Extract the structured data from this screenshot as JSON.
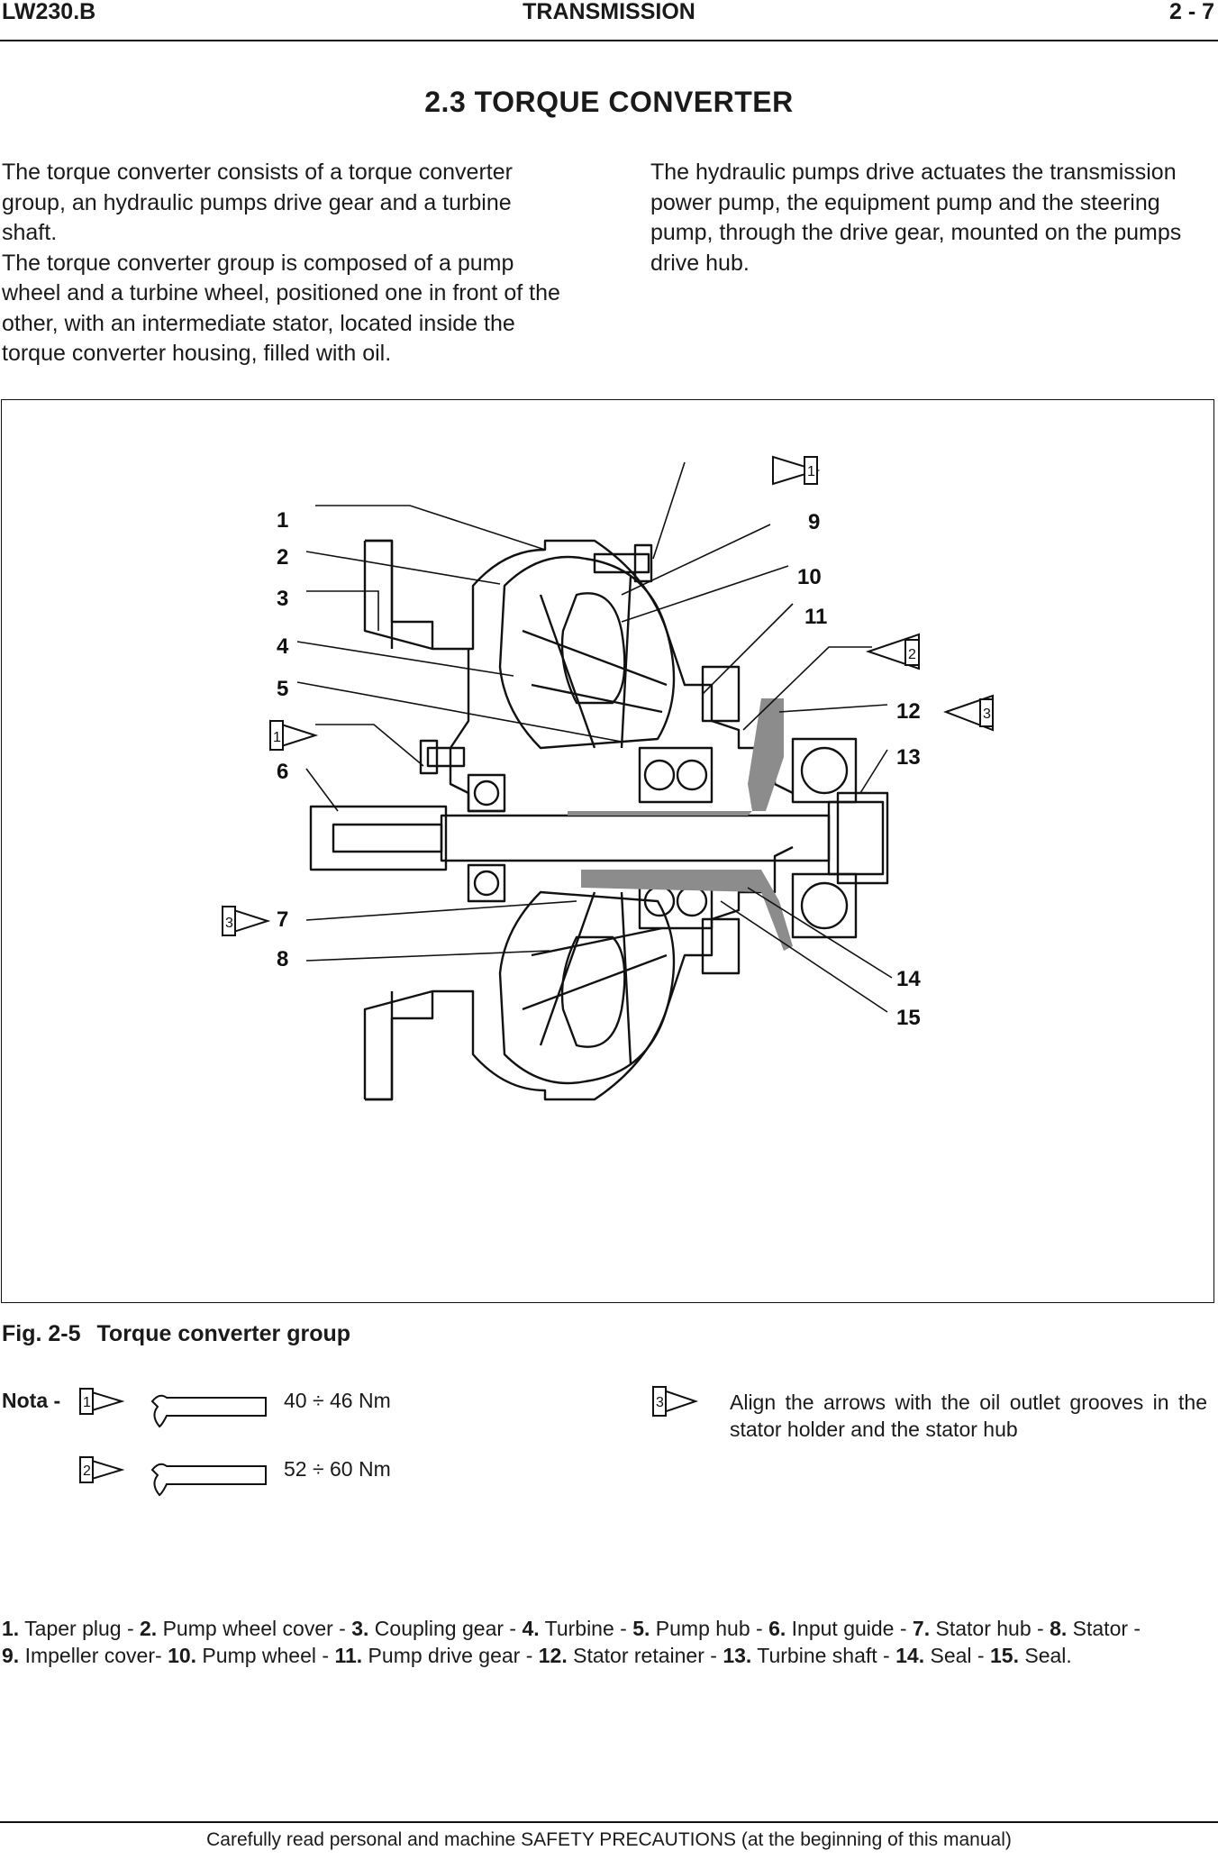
{
  "header": {
    "left": "LW230.B",
    "center": "TRANSMISSION",
    "right": "2 - 7"
  },
  "section_title": "2.3  TORQUE CONVERTER",
  "intro_left": [
    "The torque converter consists of a torque converter group, an hydraulic pumps drive gear and a turbine shaft.",
    "The torque converter group is composed of a pump wheel and a turbine wheel, positioned one in front of the other, with an intermediate stator, located inside the torque converter housing, filled with oil."
  ],
  "intro_right": "The hydraulic pumps drive actuates the transmission power pump, the equipment pump and the steering pump, through the drive gear, mounted on the pumps drive hub.",
  "figure": {
    "callouts": [
      "1",
      "2",
      "3",
      "4",
      "5",
      "6",
      "7",
      "8",
      "9",
      "10",
      "11",
      "12",
      "13",
      "14",
      "15"
    ],
    "triangle_markers": [
      "1",
      "2",
      "3"
    ]
  },
  "caption": {
    "number": "Fig. 2-5",
    "title": "Torque converter group"
  },
  "nota": {
    "label": "Nota -",
    "torques": [
      {
        "marker": "1",
        "value": "40 ÷ 46  Nm"
      },
      {
        "marker": "2",
        "value": "52 ÷ 60  Nm"
      }
    ],
    "note_marker": "3",
    "note_text": "Align the arrows with the oil outlet grooves in the stator holder and the stator hub"
  },
  "legend": [
    {
      "n": "1.",
      "t": " Taper plug - "
    },
    {
      "n": "2.",
      "t": " Pump wheel cover - "
    },
    {
      "n": "3.",
      "t": " Coupling gear - "
    },
    {
      "n": "4.",
      "t": " Turbine - "
    },
    {
      "n": "5.",
      "t": " Pump hub - "
    },
    {
      "n": "6.",
      "t": " Input guide - "
    },
    {
      "n": "7.",
      "t": " Stator hub - "
    },
    {
      "n": "8.",
      "t": " Stator - "
    },
    {
      "n": "9.",
      "t": " Impeller cover- "
    },
    {
      "n": "10.",
      "t": " Pump wheel - "
    },
    {
      "n": "11.",
      "t": " Pump drive gear - "
    },
    {
      "n": "12.",
      "t": " Stator retainer - "
    },
    {
      "n": "13.",
      "t": " Turbine shaft - "
    },
    {
      "n": "14.",
      "t": " Seal - "
    },
    {
      "n": "15.",
      "t": " Seal."
    }
  ],
  "footer": "Carefully read personal and machine SAFETY PRECAUTIONS (at the beginning of this manual)"
}
